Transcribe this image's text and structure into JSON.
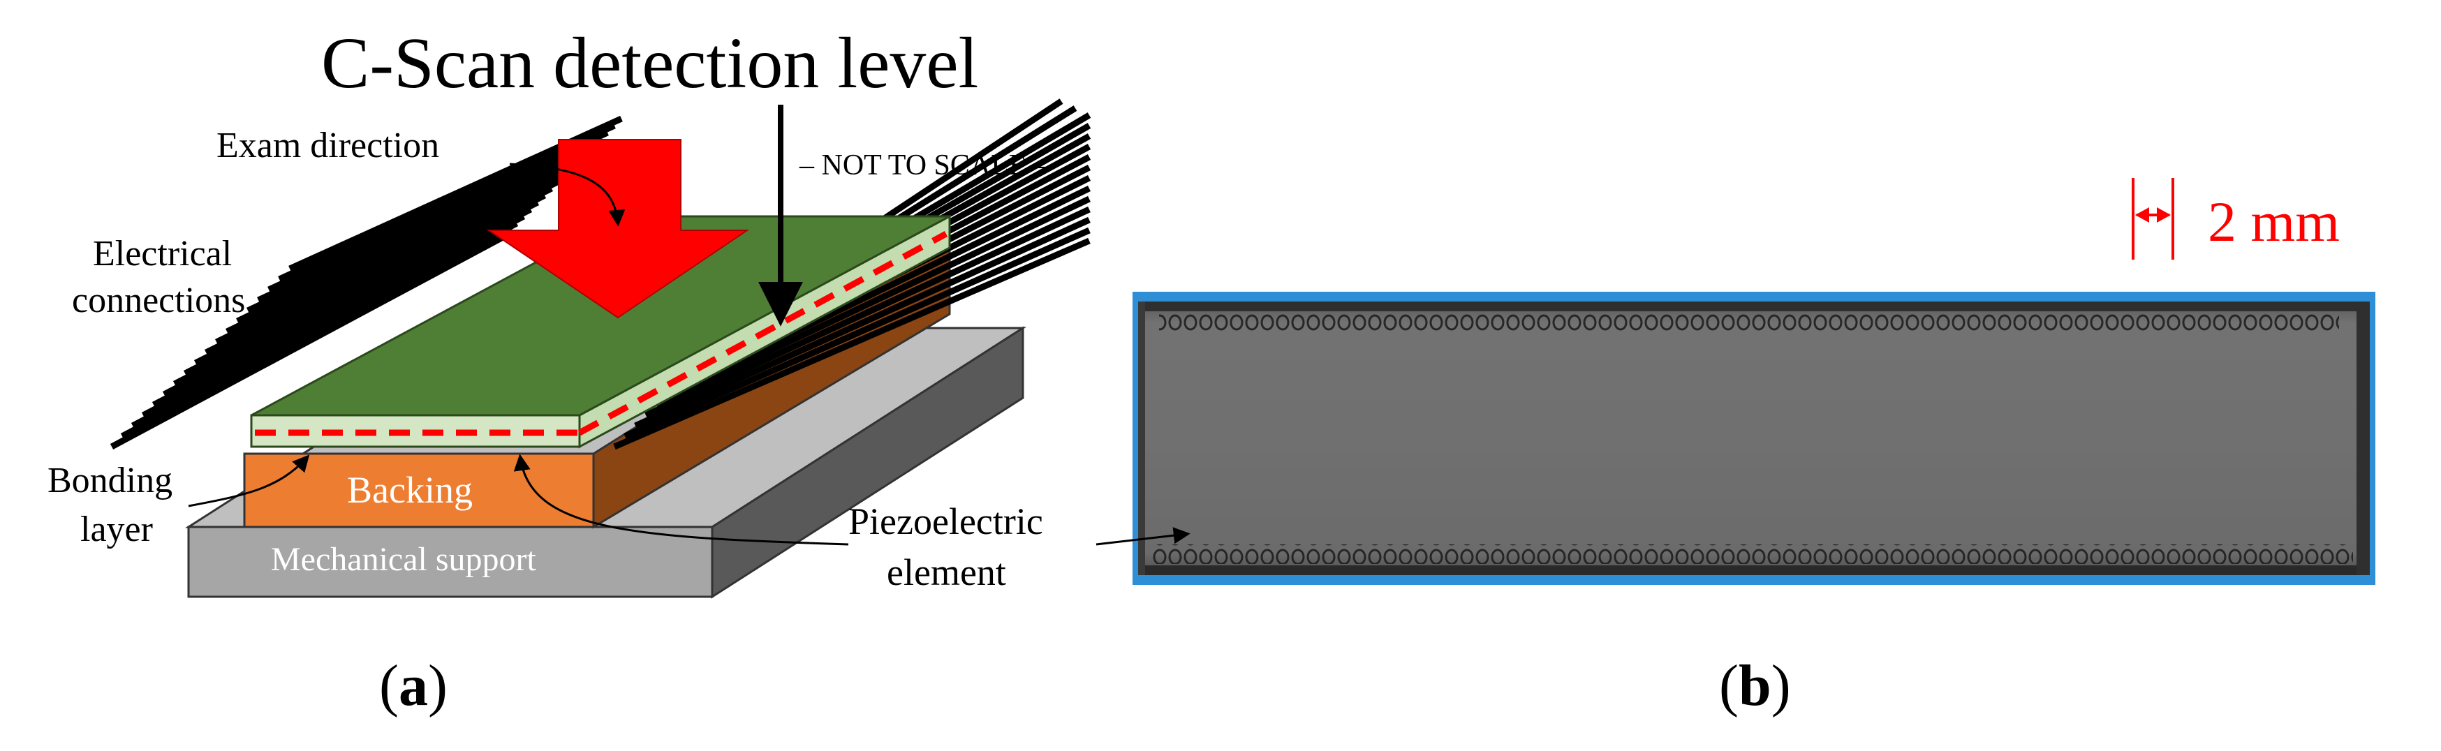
{
  "panel_a": {
    "title": "C-Scan detection level",
    "note": "– NOT TO SCALE –",
    "labels": {
      "exam_direction": "Exam direction",
      "electrical_connections_line1": "Electrical",
      "electrical_connections_line2": "connections",
      "bonding_layer_line1": "Bonding",
      "bonding_layer_line2": "layer",
      "backing": "Backing",
      "mechanical_support": "Mechanical support",
      "piezoelectric_line1": "Piezoelectric",
      "piezoelectric_line2": "element"
    },
    "caption_open": "(",
    "caption_letter": "a",
    "caption_close": ")"
  },
  "panel_b": {
    "scale_bar_label": "2 mm",
    "caption_open": "(",
    "caption_letter": "b",
    "caption_close": ")"
  },
  "colors": {
    "arrow_red": "#ff0000",
    "green_element": "#4f7f35",
    "green_top_light": "#d4e6c4",
    "backing_orange": "#ed7d31",
    "backing_dark": "#8b4513",
    "support_gray": "#a6a6a6",
    "support_dark": "#595959",
    "border_blue": "#2e8fd6",
    "scan_gray": "#6e6e6e"
  }
}
